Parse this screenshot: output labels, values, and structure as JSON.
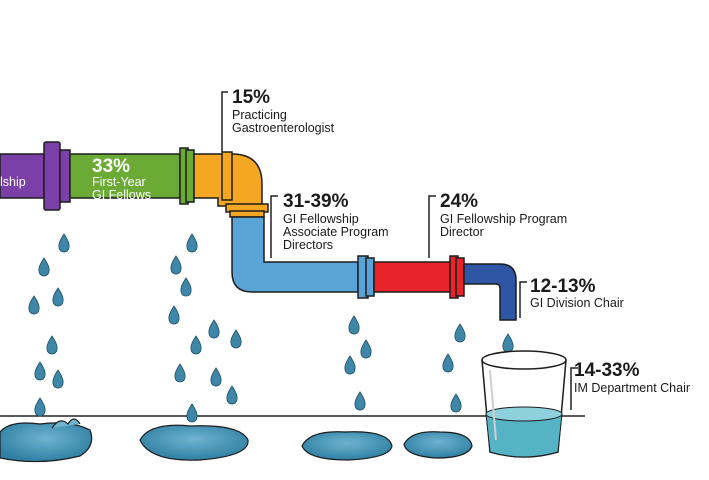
{
  "diagram": {
    "stages": [
      {
        "id": "fellowship-cut",
        "percent": "",
        "label_lines": [
          "lship",
          ""
        ]
      },
      {
        "id": "first-year",
        "percent": "33%",
        "label_lines": [
          "First-Year",
          "GI Fellows"
        ]
      },
      {
        "id": "practicing",
        "percent": "15%",
        "label_lines": [
          "Practicing",
          "Gastroenterologist"
        ]
      },
      {
        "id": "assoc-pd",
        "percent": "31-39%",
        "label_lines": [
          "GI Fellowship",
          "Associate Program",
          "Directors"
        ]
      },
      {
        "id": "pd",
        "percent": "24%",
        "label_lines": [
          "GI Fellowship Program",
          "Director"
        ]
      },
      {
        "id": "chair",
        "percent": "12-13%",
        "label_lines": [
          "GI Division Chair"
        ]
      },
      {
        "id": "im-chair",
        "percent": "14-33%",
        "label_lines": [
          "IM Department Chair"
        ]
      }
    ],
    "colors": {
      "purple": "#7b3fa8",
      "green": "#6aaa35",
      "orange": "#f5a623",
      "light_blue": "#5aa3d6",
      "red": "#e8242b",
      "dark_blue": "#2f56a5",
      "drop": "#3f87a8",
      "outline": "#1d1d1d",
      "water": "#56b3c6"
    }
  }
}
